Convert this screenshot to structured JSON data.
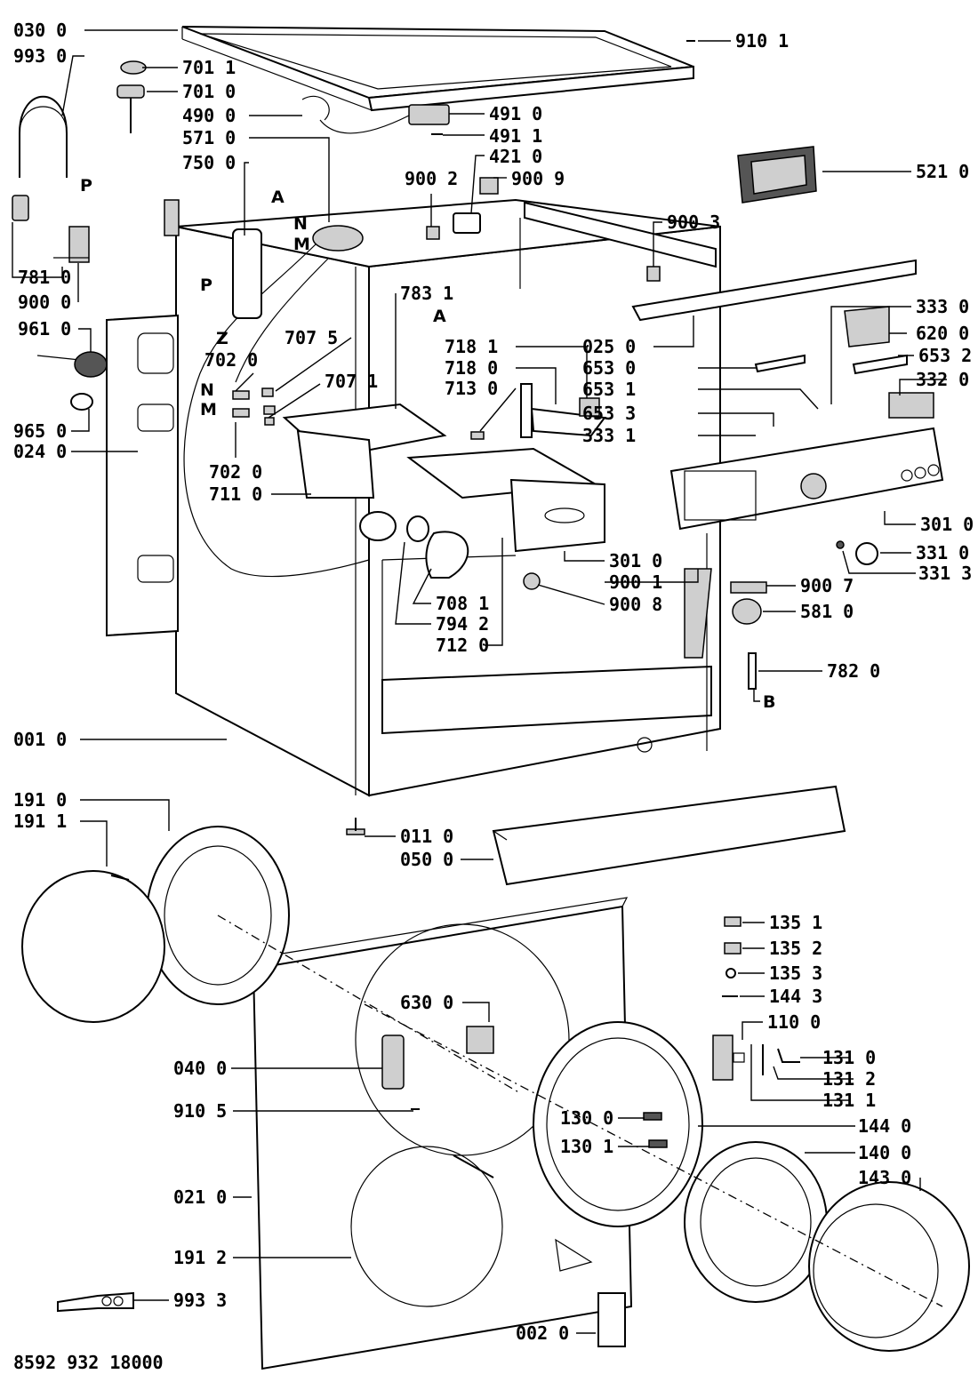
{
  "footer_code": "8592 932 18000",
  "letters": {
    "A1": "A",
    "A2": "A",
    "P1": "P",
    "P2": "P",
    "N1": "N",
    "M1": "M",
    "N2": "N",
    "M2": "M",
    "Z": "Z",
    "B": "B"
  },
  "callouts": [
    {
      "id": "c0300",
      "text": "030 0"
    },
    {
      "id": "c9930",
      "text": "993 0"
    },
    {
      "id": "c7011",
      "text": "701 1"
    },
    {
      "id": "c7010",
      "text": "701 0"
    },
    {
      "id": "c4900",
      "text": "490 0"
    },
    {
      "id": "c5710",
      "text": "571 0"
    },
    {
      "id": "c7500",
      "text": "750 0"
    },
    {
      "id": "c9101",
      "text": "910 1"
    },
    {
      "id": "c4910",
      "text": "491 0"
    },
    {
      "id": "c4911",
      "text": "491 1"
    },
    {
      "id": "c4210",
      "text": "421 0"
    },
    {
      "id": "c9002",
      "text": "900 2"
    },
    {
      "id": "c9009",
      "text": "900 9"
    },
    {
      "id": "c5210",
      "text": "521 0"
    },
    {
      "id": "c9003",
      "text": "900 3"
    },
    {
      "id": "c7810",
      "text": "781 0"
    },
    {
      "id": "c9000",
      "text": "900 0"
    },
    {
      "id": "c9610",
      "text": "961 0"
    },
    {
      "id": "c7831",
      "text": "783 1"
    },
    {
      "id": "c7075",
      "text": "707 5"
    },
    {
      "id": "c7020a",
      "text": "702 0"
    },
    {
      "id": "c7071",
      "text": "707 1"
    },
    {
      "id": "c3330",
      "text": "333 0"
    },
    {
      "id": "c6200",
      "text": "620 0"
    },
    {
      "id": "c0250",
      "text": "025 0"
    },
    {
      "id": "c6530",
      "text": "653 0"
    },
    {
      "id": "c6532",
      "text": "653 2"
    },
    {
      "id": "c3320",
      "text": "332 0"
    },
    {
      "id": "c6531",
      "text": "653 1"
    },
    {
      "id": "c6533",
      "text": "653 3"
    },
    {
      "id": "c3331",
      "text": "333 1"
    },
    {
      "id": "c7181",
      "text": "718 1"
    },
    {
      "id": "c7180",
      "text": "718 0"
    },
    {
      "id": "c7130",
      "text": "713 0"
    },
    {
      "id": "c9650",
      "text": "965 0"
    },
    {
      "id": "c0240",
      "text": "024 0"
    },
    {
      "id": "c7020b",
      "text": "702 0"
    },
    {
      "id": "c7110",
      "text": "711 0"
    },
    {
      "id": "c3010a",
      "text": "301 0"
    },
    {
      "id": "c3310",
      "text": "331 0"
    },
    {
      "id": "c3313",
      "text": "331 3"
    },
    {
      "id": "c3010b",
      "text": "301 0"
    },
    {
      "id": "c9001",
      "text": "900 1"
    },
    {
      "id": "c9008",
      "text": "900 8"
    },
    {
      "id": "c9007",
      "text": "900 7"
    },
    {
      "id": "c5810",
      "text": "581 0"
    },
    {
      "id": "c7081",
      "text": "708 1"
    },
    {
      "id": "c7942",
      "text": "794 2"
    },
    {
      "id": "c7120",
      "text": "712 0"
    },
    {
      "id": "c7820",
      "text": "782 0"
    },
    {
      "id": "c0010",
      "text": "001 0"
    },
    {
      "id": "c1910",
      "text": "191 0"
    },
    {
      "id": "c1911",
      "text": "191 1"
    },
    {
      "id": "c0110",
      "text": "011 0"
    },
    {
      "id": "c0500",
      "text": "050 0"
    },
    {
      "id": "c1351",
      "text": "135 1"
    },
    {
      "id": "c1352",
      "text": "135 2"
    },
    {
      "id": "c1353",
      "text": "135 3"
    },
    {
      "id": "c1443",
      "text": "144 3"
    },
    {
      "id": "c1100",
      "text": "110 0"
    },
    {
      "id": "c6300",
      "text": "630 0"
    },
    {
      "id": "c1310",
      "text": "131 0"
    },
    {
      "id": "c0400",
      "text": "040 0"
    },
    {
      "id": "c1312",
      "text": "131 2"
    },
    {
      "id": "c1311",
      "text": "131 1"
    },
    {
      "id": "c9105",
      "text": "910 5"
    },
    {
      "id": "c1300",
      "text": "130 0"
    },
    {
      "id": "c1440",
      "text": "144 0"
    },
    {
      "id": "c1301",
      "text": "130 1"
    },
    {
      "id": "c1400",
      "text": "140 0"
    },
    {
      "id": "c1430",
      "text": "143 0"
    },
    {
      "id": "c0210",
      "text": "021 0"
    },
    {
      "id": "c1912",
      "text": "191 2"
    },
    {
      "id": "c9933",
      "text": "993 3"
    },
    {
      "id": "c0020",
      "text": "002 0"
    }
  ]
}
